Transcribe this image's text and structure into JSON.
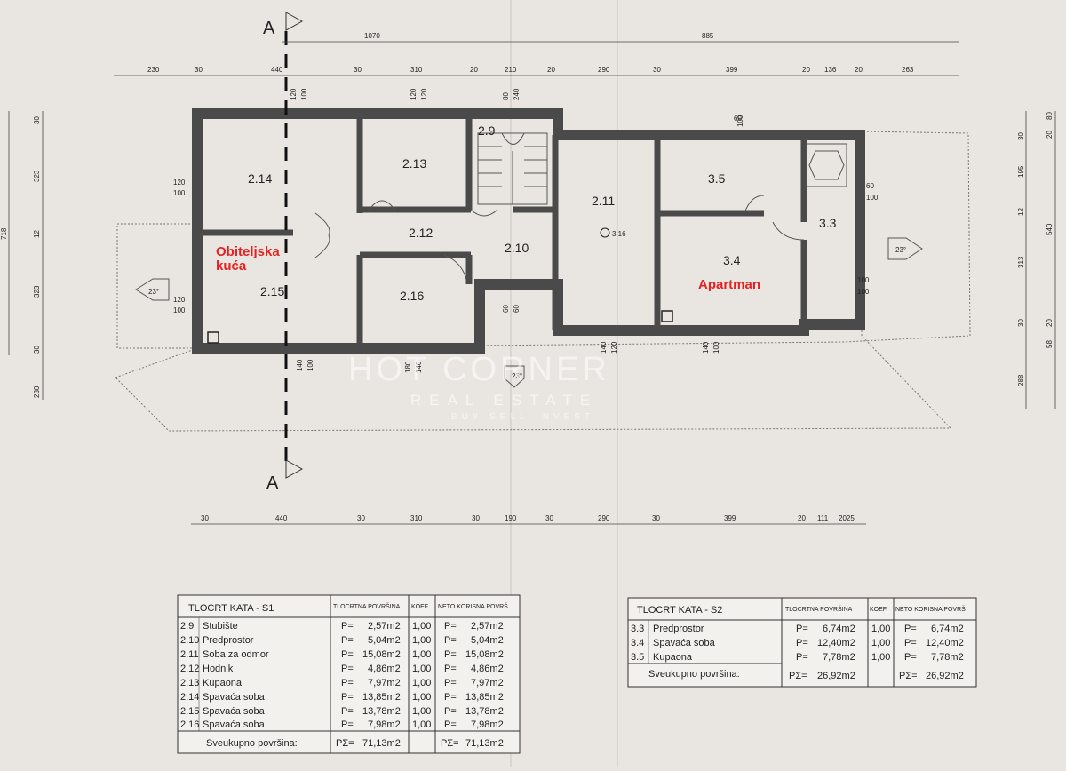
{
  "section_marks": {
    "top": "A",
    "bottom": "A"
  },
  "dims": {
    "top_overall": [
      "1070",
      "885"
    ],
    "top_segments": [
      "230",
      "30",
      "440",
      "30",
      "310",
      "20",
      "210",
      "20",
      "290",
      "30",
      "399",
      "20",
      "136",
      "20",
      "263"
    ],
    "left": [
      "30",
      "323",
      "718",
      "12",
      "323",
      "30",
      "230"
    ],
    "right_a": [
      "30",
      "195",
      "12",
      "313",
      "30",
      "288"
    ],
    "right_b": [
      "80",
      "20",
      "540",
      "20",
      "58"
    ],
    "bottom_segments": [
      "30",
      "440",
      "30",
      "310",
      "30",
      "190",
      "30",
      "290",
      "30",
      "399",
      "20",
      "111",
      "2025"
    ],
    "windows": {
      "w214_top": "120",
      "w214_bot": "100",
      "w215_top": "120",
      "w215_bot": "100",
      "wtop1_a": "120",
      "wtop1_b": "100",
      "wtop2_a": "120",
      "wtop2_b": "120",
      "wtop3_a": "80",
      "wtop3_b": "240",
      "w35_a": "60",
      "w35_b": "100",
      "w33a_top": "60",
      "w33a_bot": "100",
      "w33b_top": "100",
      "w33b_bot": "100",
      "w210_a": "60",
      "w210_b": "60",
      "wbot1_a": "140",
      "wbot1_b": "100",
      "wbot2_a": "180",
      "wbot2_b": "140",
      "wbot3_a": "140",
      "wbot3_b": "120",
      "wbot4_a": "140",
      "wbot4_b": "100"
    }
  },
  "rooms": {
    "r29": "2.9",
    "r214": "2.14",
    "r213": "2.13",
    "r211": "2.11",
    "r212": "2.12",
    "r210": "2.10",
    "r215": "2.15",
    "r216": "2.16",
    "r35": "3.5",
    "r33": "3.3",
    "r34": "3.4"
  },
  "labels": {
    "family_house_1": "Obiteljska",
    "family_house_2": "kuća",
    "apartment": "Apartman",
    "level_mark": "3,16"
  },
  "roof": {
    "slope_left": "23°",
    "slope_right": "23°",
    "slope_bottom": "23°"
  },
  "watermark": {
    "title": "HOT CORNER",
    "sub": "REAL ESTATE",
    "tag": "BUY SELL INVEST"
  },
  "table_s1": {
    "title": "TLOCRT KATA - S1",
    "headers": [
      "TLOCRTNA POVRŠINA",
      "KOEF.",
      "NETO KORISNA POVRŠ"
    ],
    "rows": [
      {
        "no": "2.9",
        "name": "Stubište",
        "p": "P=",
        "area": "2,57m2",
        "koef": "1,00",
        "p2": "P=",
        "net": "2,57m2"
      },
      {
        "no": "2.10",
        "name": "Predprostor",
        "p": "P=",
        "area": "5,04m2",
        "koef": "1,00",
        "p2": "P=",
        "net": "5,04m2"
      },
      {
        "no": "2.11",
        "name": "Soba za odmor",
        "p": "P=",
        "area": "15,08m2",
        "koef": "1,00",
        "p2": "P=",
        "net": "15,08m2"
      },
      {
        "no": "2.12",
        "name": "Hodnik",
        "p": "P=",
        "area": "4,86m2",
        "koef": "1,00",
        "p2": "P=",
        "net": "4,86m2"
      },
      {
        "no": "2.13",
        "name": "Kupaona",
        "p": "P=",
        "area": "7,97m2",
        "koef": "1,00",
        "p2": "P=",
        "net": "7,97m2"
      },
      {
        "no": "2.14",
        "name": "Spavaća soba",
        "p": "P=",
        "area": "13,85m2",
        "koef": "1,00",
        "p2": "P=",
        "net": "13,85m2"
      },
      {
        "no": "2.15",
        "name": "Spavaća soba",
        "p": "P=",
        "area": "13,78m2",
        "koef": "1,00",
        "p2": "P=",
        "net": "13,78m2"
      },
      {
        "no": "2.16",
        "name": "Spavaća soba",
        "p": "P=",
        "area": "7,98m2",
        "koef": "1,00",
        "p2": "P=",
        "net": "7,98m2"
      }
    ],
    "total_label": "Sveukupno površina:",
    "total_p": "PΣ=",
    "total_area": "71,13m2",
    "total_p2": "PΣ=",
    "total_net": "71,13m2"
  },
  "table_s2": {
    "title": "TLOCRT KATA - S2",
    "headers": [
      "TLOCRTNA POVRŠINA",
      "KOEF.",
      "NETO KORISNA POVRŠ"
    ],
    "rows": [
      {
        "no": "3.3",
        "name": "Predprostor",
        "p": "P=",
        "area": "6,74m2",
        "koef": "1,00",
        "p2": "P=",
        "net": "6,74m2"
      },
      {
        "no": "3.4",
        "name": "Spavaća soba",
        "p": "P=",
        "area": "12,40m2",
        "koef": "1,00",
        "p2": "P=",
        "net": "12,40m2"
      },
      {
        "no": "3.5",
        "name": "Kupaona",
        "p": "P=",
        "area": "7,78m2",
        "koef": "1,00",
        "p2": "P=",
        "net": "7,78m2"
      }
    ],
    "total_label": "Sveukupno površina:",
    "total_p": "PΣ=",
    "total_area": "26,92m2",
    "total_p2": "PΣ=",
    "total_net": "26,92m2"
  }
}
